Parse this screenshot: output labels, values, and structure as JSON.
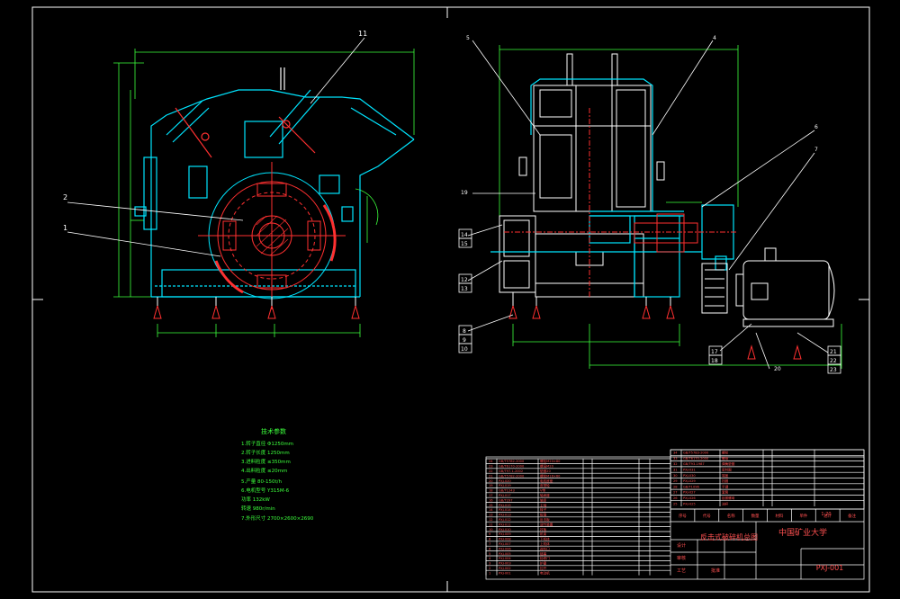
{
  "colors": {
    "background": "#000000",
    "frame": "#ffffff",
    "outline": "#00e5ff",
    "section": "#ff3030",
    "dimension": "#3cff3c",
    "leader": "#ffffff",
    "callout": "#ffffff",
    "table_text": "#ff5050",
    "motor": "#ffffff"
  },
  "callouts": {
    "front_view": [
      "2",
      "1",
      "11"
    ],
    "side_view": [
      "5",
      "4",
      "6",
      "7",
      "19",
      "14",
      "15",
      "12",
      "13",
      "8",
      "9",
      "10",
      "17",
      "18",
      "20",
      "21",
      "22",
      "23"
    ]
  },
  "tech_requirements": {
    "title": "技术参数",
    "lines": [
      "1.转子直径        Φ1250mm",
      "2.转子长度        1250mm",
      "3.进料粒度        ≤350mm",
      "4.出料粒度        ≤20mm",
      "5.产量            80-150t/h",
      "6.电机型号        Y315M-6",
      "  功率            132kW",
      "  转速            980r/min",
      "7.外形尺寸        2700×2600×2690"
    ]
  },
  "title_block": {
    "university": "中国矿业大学",
    "drawing_title": "反击式破碎机总图",
    "scale_label": "1:20",
    "drawing_no": "PXJ-001",
    "header_row": [
      "序号",
      "代号",
      "名称",
      "数量",
      "材料",
      "单件",
      "总计",
      "备注"
    ],
    "signature_row": [
      "设计",
      "审核",
      "工艺",
      "批准"
    ]
  },
  "parts_list": [
    {
      "no": "24",
      "code": "GB/T5782-2000",
      "name": "螺栓M20×80"
    },
    {
      "no": "23",
      "code": "GB/T6170-2000",
      "name": "螺母M20"
    },
    {
      "no": "22",
      "code": "GB/T97.1-2002",
      "name": "垫圈20"
    },
    {
      "no": "21",
      "code": "GB/T5782-2000",
      "name": "螺栓M16×60"
    },
    {
      "no": "20",
      "code": "PXJ-020",
      "name": "电机底座"
    },
    {
      "no": "19",
      "code": "PXJ-019",
      "name": "皮带轮"
    },
    {
      "no": "18",
      "code": "GB/T1243",
      "name": "V带"
    },
    {
      "no": "17",
      "code": "PXJ-017",
      "name": "轴承座"
    },
    {
      "no": "16",
      "code": "GB/T297",
      "name": "轴承"
    },
    {
      "no": "15",
      "code": "PXJ-015",
      "name": "主轴"
    },
    {
      "no": "14",
      "code": "PXJ-014",
      "name": "转子"
    },
    {
      "no": "13",
      "code": "PXJ-013",
      "name": "板锤"
    },
    {
      "no": "12",
      "code": "PXJ-012",
      "name": "反击板"
    },
    {
      "no": "11",
      "code": "PXJ-011",
      "name": "调节装置"
    },
    {
      "no": "10",
      "code": "PXJ-010",
      "name": "衬板"
    },
    {
      "no": "9",
      "code": "PXJ-009",
      "name": "机架"
    },
    {
      "no": "8",
      "code": "PXJ-008",
      "name": "下机体"
    },
    {
      "no": "7",
      "code": "PXJ-007",
      "name": "上机体"
    },
    {
      "no": "6",
      "code": "PXJ-006",
      "name": "进料口"
    },
    {
      "no": "5",
      "code": "PXJ-005",
      "name": "链幕"
    },
    {
      "no": "4",
      "code": "PXJ-004",
      "name": "检修门"
    },
    {
      "no": "3",
      "code": "PXJ-003",
      "name": "护罩"
    },
    {
      "no": "2",
      "code": "PXJ-002",
      "name": "拉杆"
    },
    {
      "no": "1",
      "code": "PXJ-001",
      "name": "电动机"
    }
  ],
  "parts_list_right": [
    {
      "no": "34",
      "code": "GB/T5783-2000",
      "name": "螺栓"
    },
    {
      "no": "33",
      "code": "GB/T6170-2000",
      "name": "螺母"
    },
    {
      "no": "32",
      "code": "GB/T93-1987",
      "name": "弹簧垫圈"
    },
    {
      "no": "31",
      "code": "PXJ-031",
      "name": "密封圈"
    },
    {
      "no": "30",
      "code": "PXJ-030",
      "name": "端盖"
    },
    {
      "no": "29",
      "code": "PXJ-029",
      "name": "挡圈"
    },
    {
      "no": "28",
      "code": "GB/T1096",
      "name": "平键"
    },
    {
      "no": "27",
      "code": "PXJ-027",
      "name": "套筒"
    },
    {
      "no": "26",
      "code": "PXJ-026",
      "name": "锁紧螺母"
    },
    {
      "no": "25",
      "code": "PXJ-025",
      "name": "油杯"
    }
  ]
}
